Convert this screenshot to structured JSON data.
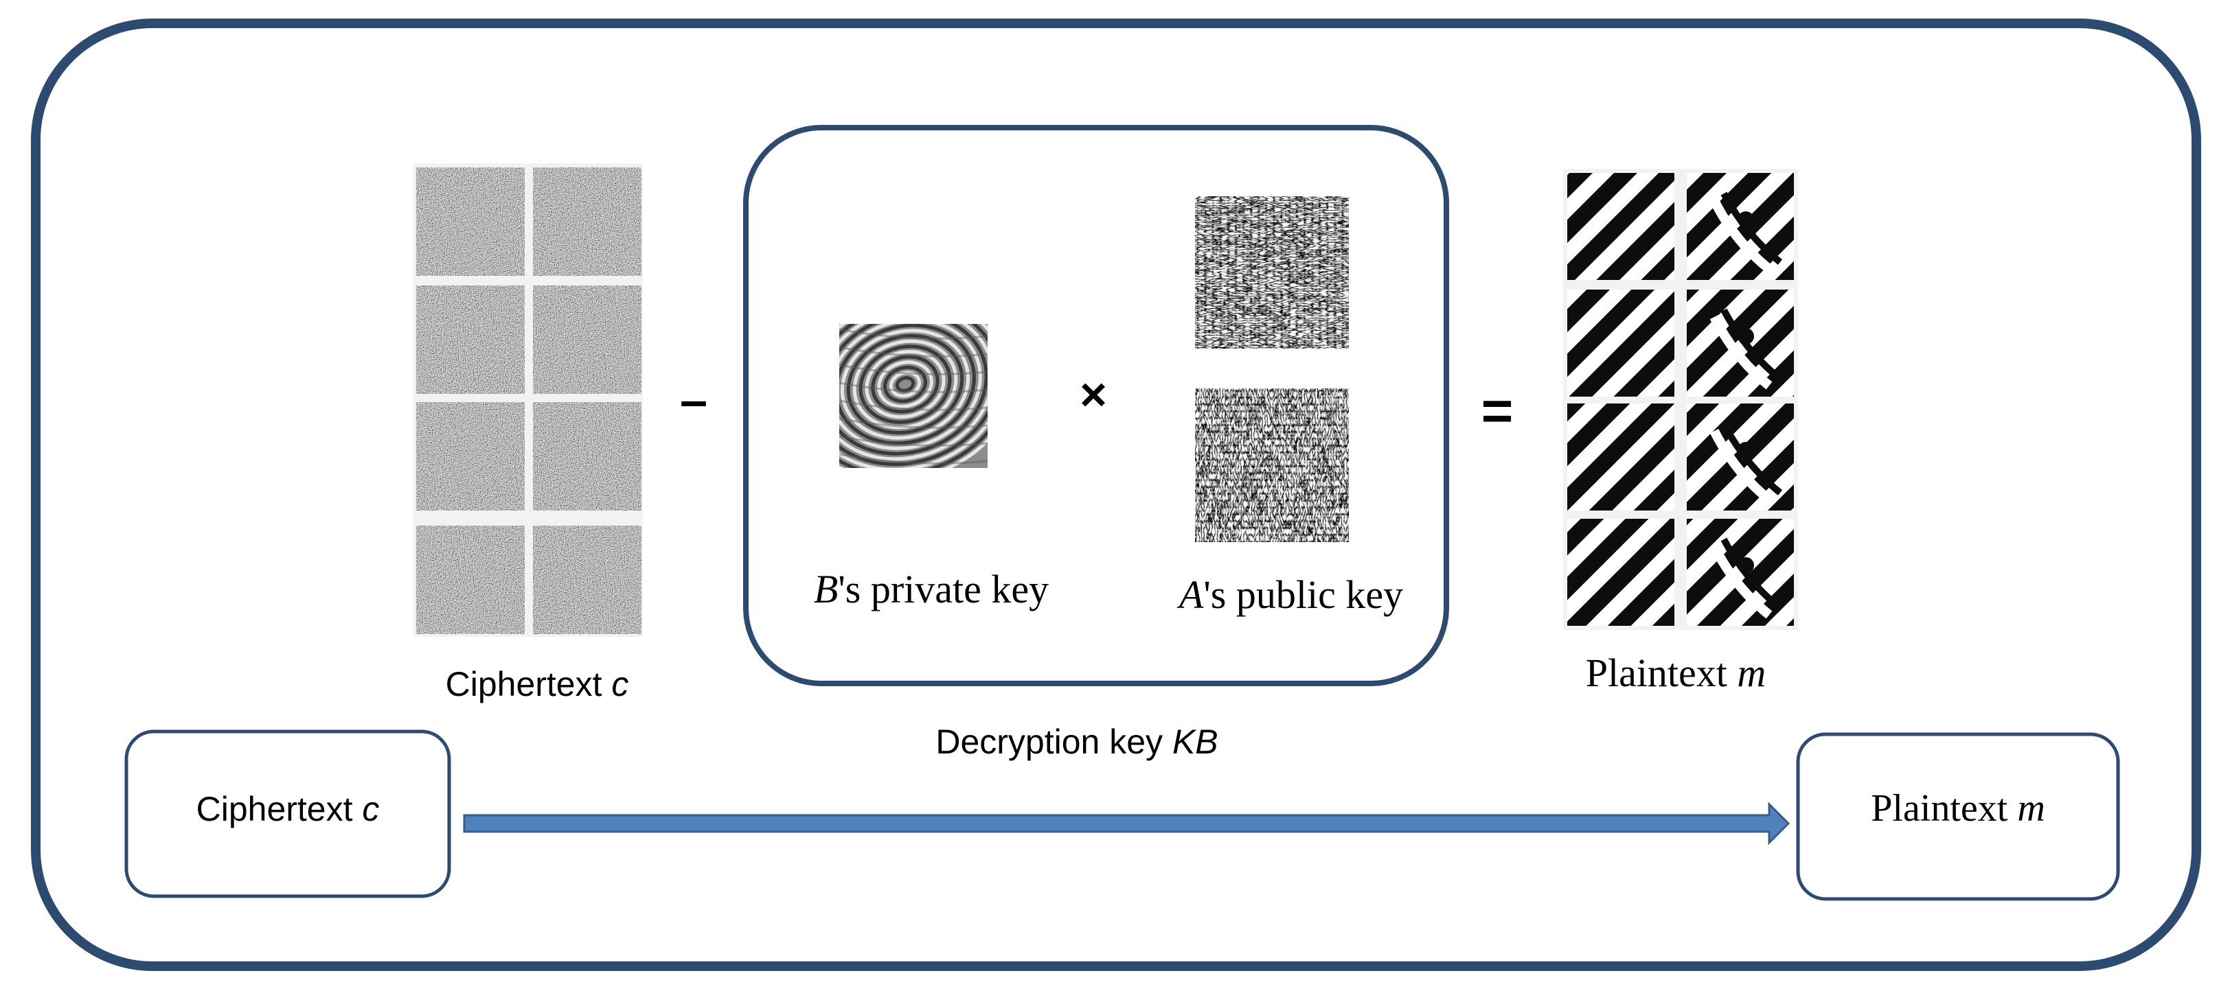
{
  "colors": {
    "frame": "#2d4b70",
    "box_stroke": "#2d4b70",
    "arrow_fill": "#4f81bd",
    "arrow_stroke": "#385d8a",
    "text": "#000000",
    "tile_background": "#f2f2f2"
  },
  "operators": {
    "minus": "–",
    "times": "×",
    "equals": "="
  },
  "ciphertext_group": {
    "label_main": "Ciphertext ",
    "label_var": "c",
    "tile_count": 8,
    "tile_pattern": "random-noise"
  },
  "decryption_key": {
    "label_main": "Decryption key ",
    "label_var": "KB",
    "private_key": {
      "label_var": "B",
      "label_main": "'s private key",
      "image": "fingerprint"
    },
    "public_key": {
      "label_var": "A",
      "label_main": "'s public key",
      "tile_count": 2,
      "tile_pattern": "structured-noise"
    }
  },
  "plaintext_group": {
    "label_main": "Plaintext ",
    "label_var": "m",
    "tile_count": 8,
    "tile_pattern": "diagonal-stripes"
  },
  "flow": {
    "input_box": {
      "label_main": "Ciphertext ",
      "label_var": "c"
    },
    "output_box": {
      "label_main": "Plaintext ",
      "label_var": "m"
    },
    "arrow": "right-arrow"
  }
}
